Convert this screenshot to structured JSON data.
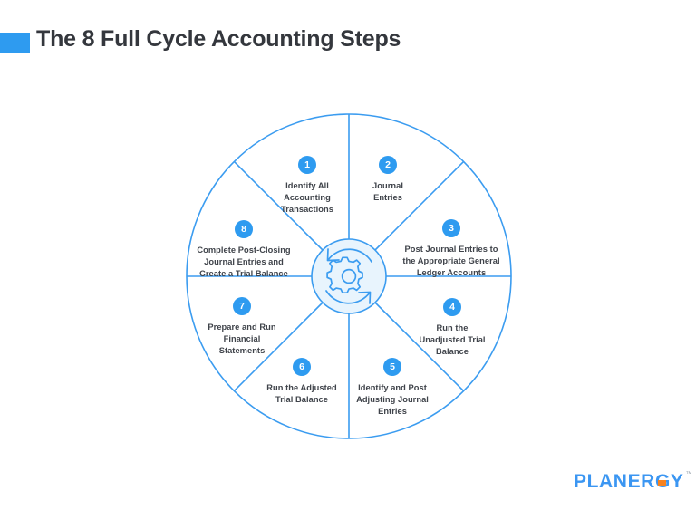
{
  "header": {
    "title": "The 8 Full Cycle Accounting Steps",
    "accent_color": "#2e9bf0"
  },
  "wheel": {
    "center_icon": "gear-cycle-icon",
    "stroke_color": "#3b9cf0",
    "hub_fill": "#e8f4fd",
    "badge_color": "#2e9bf0",
    "steps": [
      {
        "number": "1",
        "label": "Identify All\nAccounting\nTransactions",
        "lines": [
          "Identify All",
          "Accounting",
          "Transactions"
        ]
      },
      {
        "number": "2",
        "label": "Journal\nEntries",
        "lines": [
          "Journal",
          "Entries"
        ]
      },
      {
        "number": "3",
        "label": "Post Journal Entries to\nthe Appropriate General\nLedger Accounts",
        "lines": [
          "Post Journal Entries to",
          "the Appropriate General",
          "Ledger Accounts"
        ]
      },
      {
        "number": "4",
        "label": "Run the\nUnadjusted Trial\nBalance",
        "lines": [
          "Run the",
          "Unadjusted Trial",
          "Balance"
        ]
      },
      {
        "number": "5",
        "label": "Identify and Post\nAdjusting Journal\nEntries",
        "lines": [
          "Identify and Post",
          "Adjusting Journal",
          "Entries"
        ]
      },
      {
        "number": "6",
        "label": "Run the Adjusted\nTrial Balance",
        "lines": [
          "Run the Adjusted",
          "Trial Balance"
        ]
      },
      {
        "number": "7",
        "label": "Prepare and Run\nFinancial\nStatements",
        "lines": [
          "Prepare and Run",
          "Financial",
          "Statements"
        ]
      },
      {
        "number": "8",
        "label": "Complete Post-Closing\nJournal Entries and\nCreate a Trial Balance",
        "lines": [
          "Complete Post-Closing",
          "Journal Entries and",
          "Create a Trial Balance"
        ]
      }
    ]
  },
  "footer": {
    "logo_text": "PLANERGY",
    "logo_tm": "™",
    "logo_color": "#3b96f2",
    "logo_accent_color": "#f58220"
  }
}
